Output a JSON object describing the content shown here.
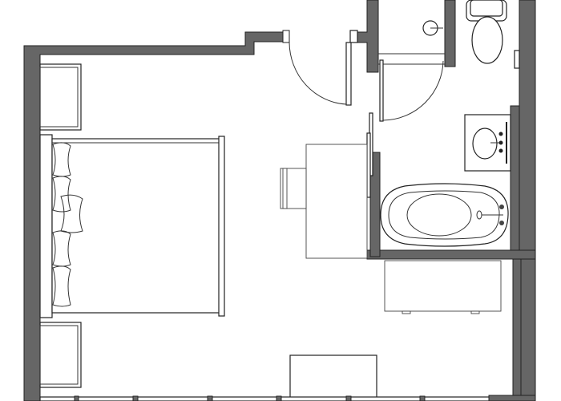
{
  "plan": {
    "type": "floor-plan",
    "rooms": [
      "bedroom",
      "bathroom",
      "toilet-room"
    ],
    "colors": {
      "wall": "#666666",
      "line": "#222222",
      "background": "#ffffff"
    }
  }
}
